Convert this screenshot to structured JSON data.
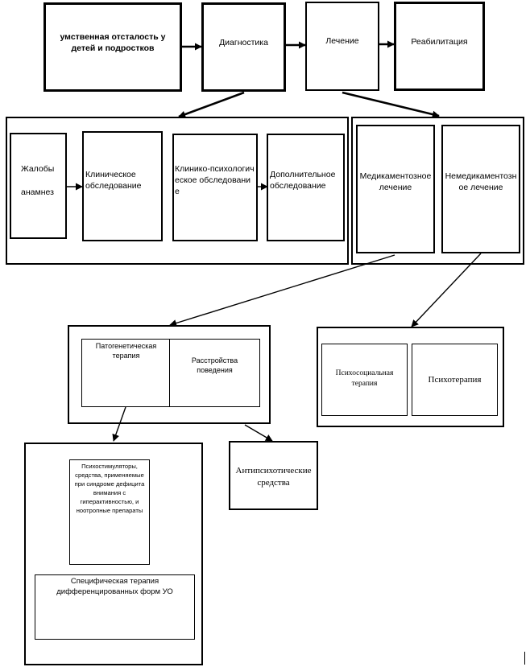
{
  "top_row": {
    "main": "умственная отсталость у детей и подростков",
    "diagnostics": "Диагностика",
    "treatment": "Лечение",
    "rehab": "Реабилитация"
  },
  "diagnostics_group": {
    "complaints_line1": "Жалобы",
    "complaints_line2": "анамнез",
    "clinical": "Клиническое обследование",
    "clin_psych": "Клинико-психологическое обследование",
    "additional": "Дополнительное обследование"
  },
  "treatment_group": {
    "medication": "Медикаментозное лечение",
    "non_medication": "Немедикаментозное лечение"
  },
  "pathogenetic_group": {
    "pathogenetic": "Патогенетическая терапия",
    "behavior": "Расстройства поведения"
  },
  "non_med_group": {
    "psychosocial": "Психосоциальная терапия",
    "psychotherapy": "Психотерапия"
  },
  "drugs_group": {
    "stimulants": "Психостимуляторы, средства, применяемые при синдроме дефицита внимания с гиперактивностью, и ноотропные препараты",
    "specific": "Специфическая терапия дифференцированных форм УО"
  },
  "antipsychotic": "Антипсихотические средства"
}
